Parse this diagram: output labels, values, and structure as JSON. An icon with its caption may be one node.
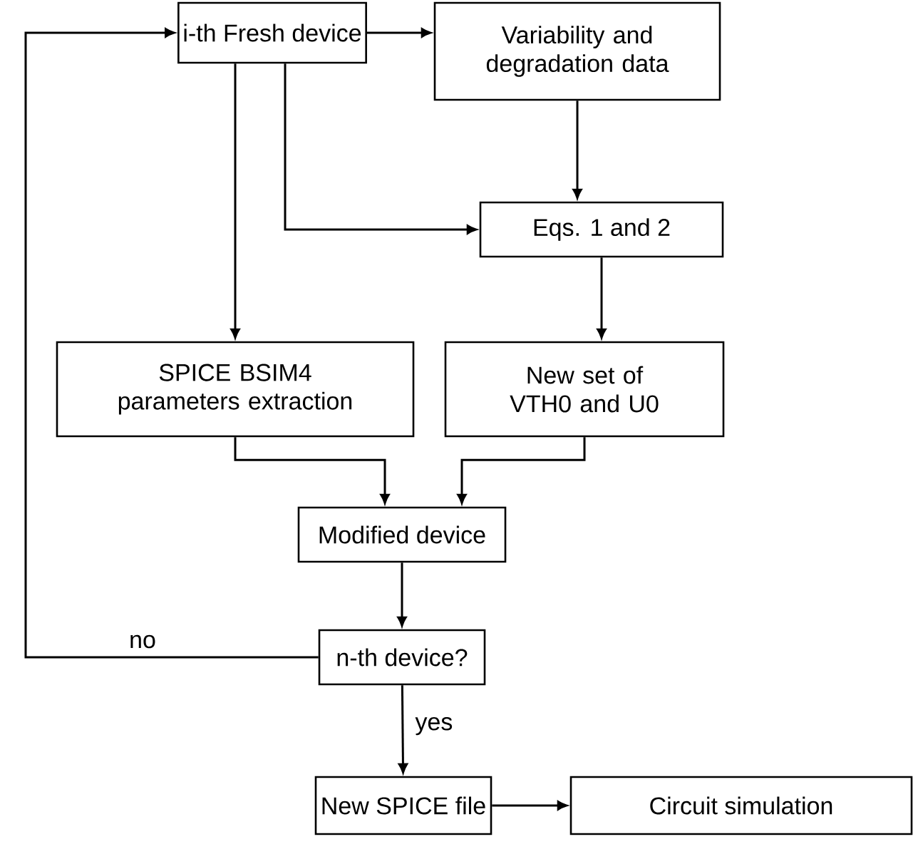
{
  "diagram": {
    "nodes": [
      {
        "text": [
          "i-th Fresh device"
        ]
      },
      {
        "text": [
          "Variability and degradation data"
        ]
      },
      {
        "text": [
          "Eqs. 1 and 2"
        ]
      },
      {
        "text": [
          "SPICE BSIM4 parameters extraction"
        ]
      },
      {
        "text": [
          "New set of VTH0 and U0"
        ]
      },
      {
        "text": [
          "Modified device"
        ]
      },
      {
        "text": [
          "n-th device?"
        ]
      },
      {
        "text": [
          "New SPICE file"
        ]
      },
      {
        "text": [
          "Circuit simulation"
        ]
      }
    ],
    "edges": [
      {
        "from": 0,
        "to": 1,
        "arrow": "to"
      },
      {
        "from": 1,
        "to": 2,
        "arrow": "to"
      },
      {
        "from": 0,
        "to": 2,
        "arrow": "to"
      },
      {
        "from": 0,
        "to": 3,
        "arrow": "to"
      },
      {
        "from": 2,
        "to": 4,
        "arrow": "to"
      },
      {
        "from": 3,
        "to": 5,
        "arrow": "to"
      },
      {
        "from": 4,
        "to": 5,
        "arrow": "to"
      },
      {
        "from": 5,
        "to": 6,
        "arrow": "to"
      },
      {
        "from": 6,
        "to": 7,
        "arrow": "to",
        "label": "yes"
      },
      {
        "from": 6,
        "to": 0,
        "arrow": "to",
        "label": "no"
      },
      {
        "from": 7,
        "to": 8,
        "arrow": "to"
      }
    ]
  }
}
